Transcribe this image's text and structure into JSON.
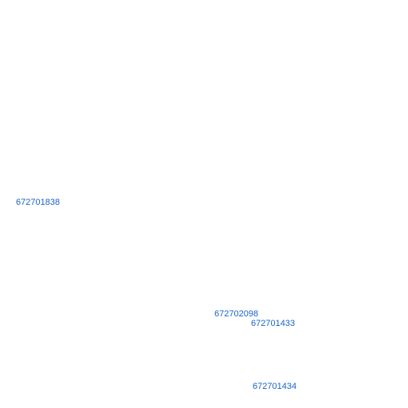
{
  "colors": {
    "background": "#ffffff",
    "label": "#1a63c8"
  },
  "map": {
    "labels": [
      {
        "text": "672701838"
      },
      {
        "text": "672702098"
      },
      {
        "text": "672701433"
      },
      {
        "text": "672701434"
      }
    ]
  }
}
